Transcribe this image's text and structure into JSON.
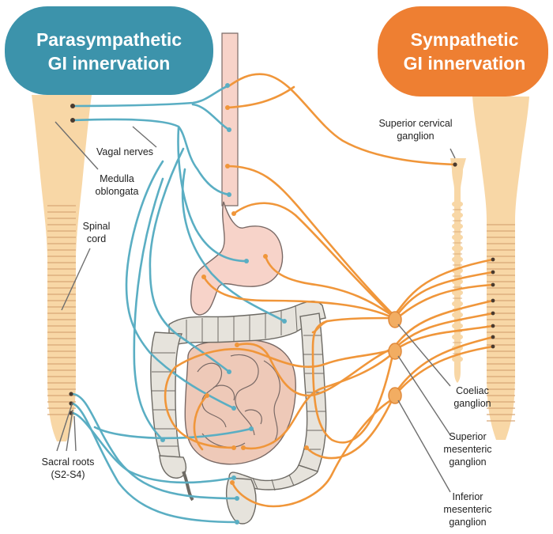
{
  "colors": {
    "parasympathetic": "#5aaec3",
    "sympathetic": "#f0963a",
    "spinal_cord": "#f8d7a6",
    "stomach": "#f7d3c9",
    "colon": "#e6e3dc",
    "small_intestine": "#eec9b8",
    "pill_blue": "#3c93ab",
    "pill_orange": "#ee7f32",
    "ganglion": "#f2ad62",
    "pointer_line": "#6f6f6f"
  },
  "headers": {
    "parasympathetic": {
      "line1": "Parasympathetic",
      "line2": "GI innervation"
    },
    "sympathetic": {
      "line1": "Sympathetic",
      "line2": "GI innervation"
    }
  },
  "labels": {
    "vagal_nerves": "Vagal nerves",
    "medulla_line1": "Medulla",
    "medulla_line2": "oblongata",
    "spinal_line1": "Spinal",
    "spinal_line2": "cord",
    "sacral_line1": "Sacral roots",
    "sacral_line2": "(S2-S4)",
    "superior_cervical_line1": "Superior cervical",
    "superior_cervical_line2": "ganglion",
    "coeliac_line1": "Coeliac",
    "coeliac_line2": "ganglion",
    "sup_mes_line1": "Superior",
    "sup_mes_line2": "mesenteric",
    "sup_mes_line3": "ganglion",
    "inf_mes_line1": "Inferior",
    "inf_mes_line2": "mesenteric",
    "inf_mes_line3": "ganglion"
  },
  "icons": {
    "ganglion": "ganglion-node-icon",
    "nerve_terminal": "nerve-terminal-dot-icon"
  }
}
